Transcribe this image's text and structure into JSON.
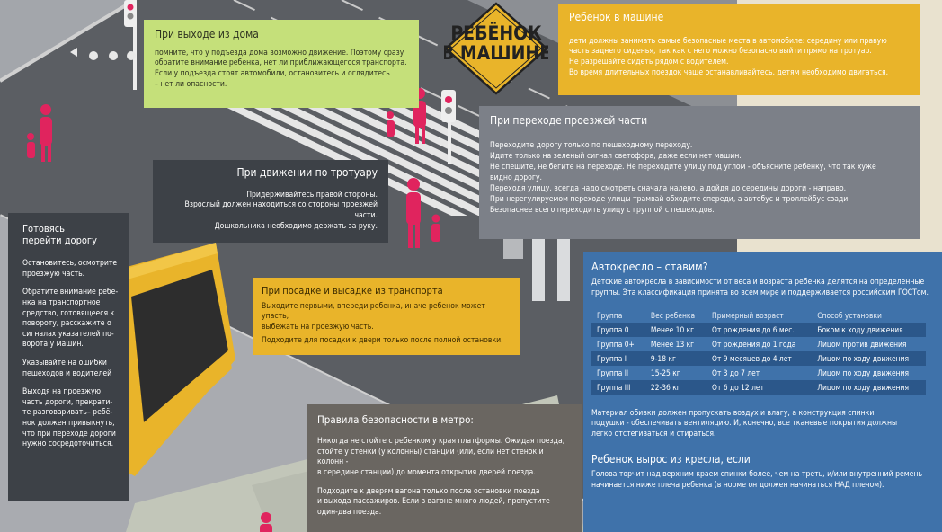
{
  "colors": {
    "road": "#5c5f64",
    "sidewalk": "#9a9ca1",
    "yellow": "#e9b42a",
    "figure": "#e0245e",
    "blue_panel": "#3f72aa"
  },
  "sign": {
    "line1": "РЕБЁНОК",
    "line2": "В МАШИНЕ"
  },
  "exit_home": {
    "title": "При выходе из дома",
    "lines": [
      "помните, что у подъезда дома возможно движение. Поэтому сразу",
      "обратите внимание ребенка, нет ли приближающегося транспорта.",
      "Если у подъезда стоят автомобили, остановитесь и оглядитесь",
      "– нет ли опасности."
    ]
  },
  "in_car": {
    "title": "Ребенок в машине",
    "lines": [
      "дети должны занимать самые безопасные места в автомобиле: середину или правую",
      "часть заднего сиденья, так как с него можно безопасно выйти прямо на тротуар.",
      "Не разрешайте сидеть рядом с водителем.",
      "Во время длительных поездок чаще останавливайтесь, детям необходимо двигаться."
    ]
  },
  "crossing": {
    "title": "При переходе проезжей части",
    "lines": [
      "Переходите дорогу только по пешеходному переходу.",
      "Идите только на зеленый сигнал светофора, даже если нет машин.",
      "Не спешите, не бегите на переходе. Не переходите улицу под углом - объясните ребенку, что так хуже",
      "видно дорогу.",
      "Переходя улицу, всегда надо смотреть сначала налево, а дойдя до середины дороги - направо.",
      "При нерегулируемом переходе улицы трамвай обходите спереди, а автобус и троллейбус сзади.",
      "Безопаснее всего переходить улицу с группой с пешеходов."
    ]
  },
  "sidewalk": {
    "title": "При движении по тротуару",
    "lines": [
      "Придерживайтесь правой стороны.",
      "Взрослый должен находиться со стороны проезжей части.",
      "Дошкольника необходимо держать за руку."
    ]
  },
  "ready": {
    "title1": "Готовясь",
    "title2": "перейти дорогу",
    "paragraphs": [
      [
        "Остановитесь, осмотрите",
        "проезжую часть."
      ],
      [
        "Обратите внимание ребе-",
        "нка на транспортное",
        "средство, готовящееся к",
        "повороту, расскажите о",
        "сигналах указателей по-",
        "ворота у машин."
      ],
      [
        "Указывайте на ошибки",
        "пешеходов и водителей"
      ],
      [
        "Выходя на проезжую",
        "часть дороги, прекрати-",
        "те разговаривать– ребё-",
        "нок должен привыкнуть,",
        "что при переходе дороги",
        "нужно сосредоточиться."
      ]
    ]
  },
  "transport": {
    "title": "При посадке и высадке из транспорта",
    "paragraphs": [
      [
        "Выходите первыми, впереди ребенка, иначе ребенок может упасть,",
        "выбежать на проезжую часть."
      ],
      [
        "Подходите для посадки к двери только после полной остановки."
      ]
    ]
  },
  "metro": {
    "title": "Правила безопасности в метро:",
    "paragraphs": [
      [
        "Никогда не стойте с ребенком у края платформы. Ожидая поезда,",
        "стойте у стенки (у колонны) станции (или, если нет стенок и колонн -",
        "в середине станции) до момента открытия дверей поезда."
      ],
      [
        "Подходите к дверям вагона только после остановки поезда",
        "и выхода пассажиров. Если в вагоне много людей, пропустите",
        "один-два поезда."
      ]
    ]
  },
  "car_seat": {
    "title": "Автокресло – ставим?",
    "intro": [
      "Детские автокресла в зависимости от веса и возраста ребенка делятся на определенные",
      "группы. Эта классификация принята во всем мире и поддерживается российским ГОСТом."
    ],
    "table": {
      "headers": [
        "Группа",
        "Вес ребенка",
        "Примерный возраст",
        "Способ установки"
      ],
      "rows": [
        [
          "Группа 0",
          "Менее 10 кг",
          "От рождения до 6 мес.",
          "Боком к ходу движения"
        ],
        [
          "Группа 0+",
          "Менее 13 кг",
          "От рождения до 1 года",
          "Лицом против движения"
        ],
        [
          "Группа I",
          "9-18 кг",
          "От 9 месяцев до 4 лет",
          "Лицом по ходу движения"
        ],
        [
          "Группа II",
          "15-25 кг",
          "От 3 до 7 лет",
          "Лицом по ходу движения"
        ],
        [
          "Группа III",
          "22-36 кг",
          "От 6 до 12 лет",
          "Лицом по ходу движения"
        ]
      ]
    },
    "material": [
      "Материал обивки должен пропускать воздух и влагу, а конструкция спинки",
      "подушки - обеспечивать вентиляцию. И, конечно, все тканевые покрытия должны",
      "легко отстегиваться и стираться."
    ],
    "outgrown_title": "Ребенок вырос из кресла, если",
    "outgrown": [
      "Голова торчит над верхним краем спинки более, чем на треть, и/или внутренний ремень",
      "начинается ниже плеча ребенка (в норме он должен начинаться НАД плечом)."
    ]
  }
}
